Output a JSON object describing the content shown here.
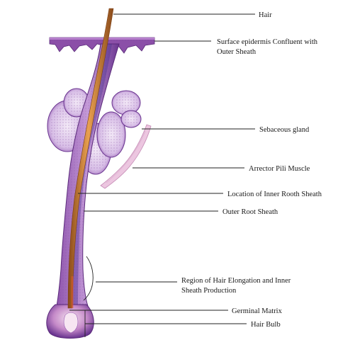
{
  "labels": {
    "hair": "Hair",
    "epidermis_line1": "Surface epidermis Confluent with",
    "epidermis_line2": "Outer Sheath",
    "sebaceous": "Sebaceous gland",
    "arrector": "Arrector Pili Muscle",
    "inner_sheath_location": "Location of Inner Rooth Sheath",
    "outer_sheath": "Outer Root Sheath",
    "elongation_line1": "Region of  Hair Elongation and Inner",
    "elongation_line2": "Sheath Production",
    "germinal_matrix": "Germinal Matrix",
    "hair_bulb": "Hair Bulb"
  },
  "colors": {
    "tissue_purple": "#9b5fb4",
    "tissue_dark": "#5a2a7a",
    "tissue_light": "#d9bfe6",
    "hair_shaft": "#c97a2e",
    "hair_shaft_core": "#e8a050",
    "muscle_pink": "#e8b8d8",
    "leader_line": "#222222"
  }
}
